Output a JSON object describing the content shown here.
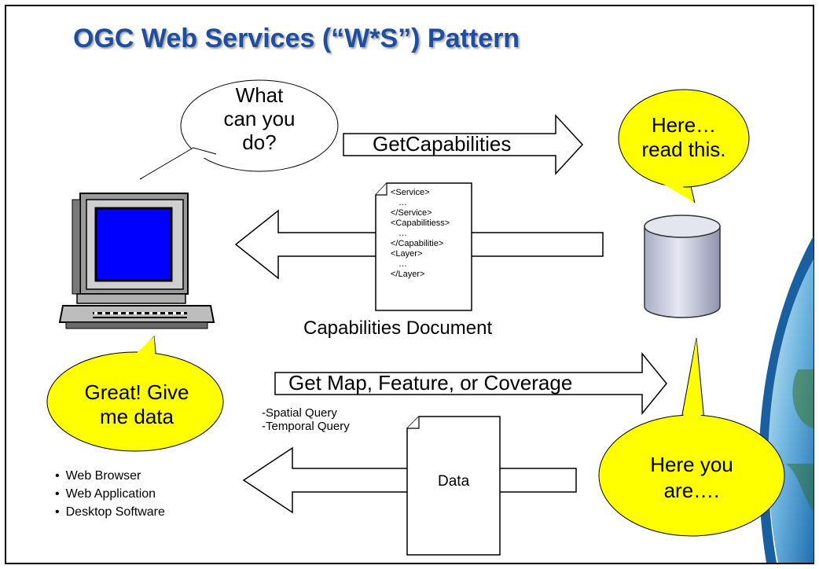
{
  "slide": {
    "title": "OGC Web Services (“W*S”) Pattern"
  },
  "bubbles": {
    "client_question": [
      "What",
      "can you",
      "do?"
    ],
    "server_capabilities": [
      "Here…",
      "read this."
    ],
    "client_request": [
      "Great! Give",
      "me data"
    ],
    "server_data": [
      "Here you",
      "are…."
    ]
  },
  "arrows": {
    "get_capabilities": "GetCapabilities",
    "get_data": "Get Map, Feature, or Coverage"
  },
  "capabilities_doc": {
    "lines": [
      "<Service>",
      "…",
      "</Service>",
      "<Capabilitiess>",
      "…",
      "</Capabilitie>",
      "<Layer>",
      "…",
      "</Layer>"
    ],
    "caption": "Capabilities Document"
  },
  "queries": [
    "-Spatial Query",
    "-Temporal Query"
  ],
  "data_doc": {
    "label": "Data"
  },
  "clients": [
    "Web Browser",
    "Web Application",
    "Desktop Software"
  ],
  "colors": {
    "title": "#1f4e9c",
    "callout_fill": "#ffff00",
    "monitor_screen": "#0000ff",
    "database_fill": "#c9cde0"
  }
}
